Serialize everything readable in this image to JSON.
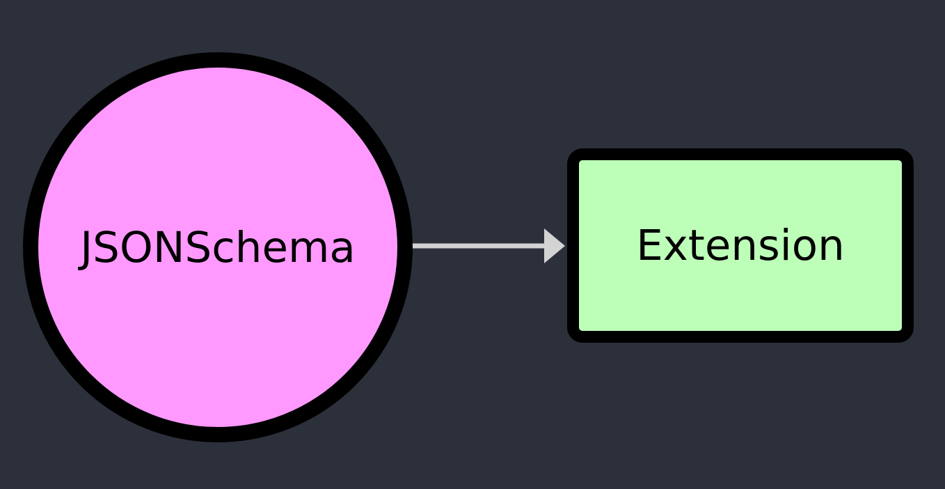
{
  "diagram": {
    "type": "node-link-graph",
    "background_color": "#2b303b",
    "nodes": [
      {
        "id": "jsonschema",
        "label": "JSONSchema",
        "shape": "circle",
        "fill_color": "#ff99ff",
        "stroke_color": "#000000",
        "text_color": "#000000"
      },
      {
        "id": "extension",
        "label": "Extension",
        "shape": "rounded-rectangle",
        "fill_color": "#bdffb8",
        "stroke_color": "#000000",
        "text_color": "#000000"
      }
    ],
    "edges": [
      {
        "id": "jsonschema-to-extension",
        "from": "jsonschema",
        "to": "extension",
        "label": "",
        "color": "#d3d3d3",
        "arrowhead": "solid-triangle",
        "direction": "forward"
      }
    ]
  }
}
